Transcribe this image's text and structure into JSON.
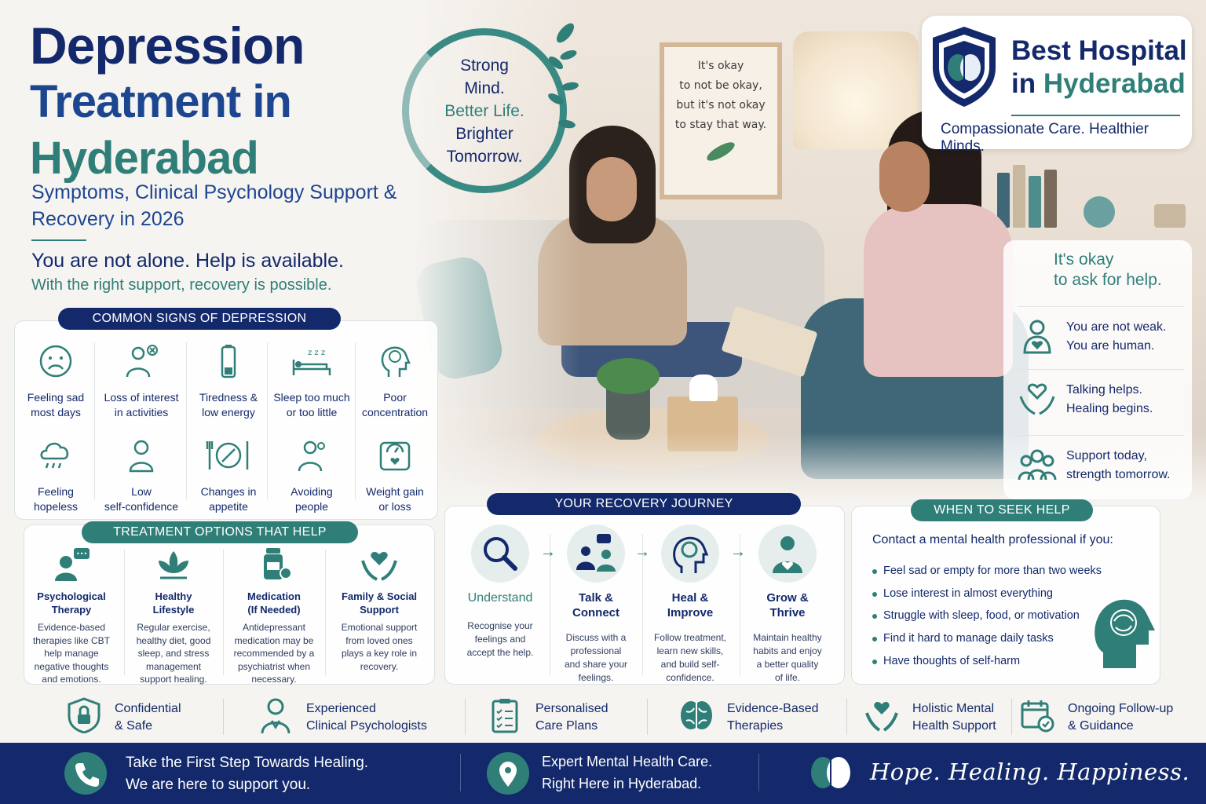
{
  "title": {
    "line1": "Depression",
    "line2": "Treatment in",
    "line3": "Hyderabad"
  },
  "subtitle": "Symptoms, Clinical Psychology Support & Recovery in 2026",
  "not_alone": "You are not alone. Help is available.",
  "recovery_possible": "With the right support, recovery is possible.",
  "circle": {
    "line1": "Strong",
    "line2": "Mind.",
    "line3": "Better Life.",
    "line4": "Brighter",
    "line5": "Tomorrow."
  },
  "poster": {
    "line1": "It's okay",
    "line2": "to not be okay,",
    "line3": "but it's not okay",
    "line4": "to stay that way."
  },
  "brand": {
    "line1": "Best Hospital",
    "line2_a": "in",
    "line2_b": "Hyderabad",
    "tagline": "Compassionate Care. Healthier Minds."
  },
  "ask": {
    "heading1": "It's okay",
    "heading2": "to ask for help.",
    "rows": [
      {
        "icon": "person-heart-icon",
        "l1": "You are not weak.",
        "l2": "You are human."
      },
      {
        "icon": "heart-hands-icon",
        "l1": "Talking helps.",
        "l2": "Healing begins."
      },
      {
        "icon": "group-icon",
        "l1": "Support today,",
        "l2": "strength tomorrow."
      }
    ]
  },
  "signs": {
    "heading": "COMMON SIGNS OF DEPRESSION",
    "items": [
      {
        "icon": "sad-face-icon",
        "l1": "Feeling sad",
        "l2": "most days"
      },
      {
        "icon": "person-x-icon",
        "l1": "Loss of interest",
        "l2": "in activities"
      },
      {
        "icon": "low-battery-icon",
        "l1": "Tiredness &",
        "l2": "low energy"
      },
      {
        "icon": "bed-zzz-icon",
        "l1": "Sleep too much",
        "l2": "or too little"
      },
      {
        "icon": "head-brain-icon",
        "l1": "Poor",
        "l2": "concentration"
      },
      {
        "icon": "rain-cloud-icon",
        "l1": "Feeling",
        "l2": "hopeless"
      },
      {
        "icon": "person-icon",
        "l1": "Low",
        "l2": "self-confidence"
      },
      {
        "icon": "plate-cutlery-icon",
        "l1": "Changes in",
        "l2": "appetite"
      },
      {
        "icon": "person-avoid-icon",
        "l1": "Avoiding",
        "l2": "people"
      },
      {
        "icon": "scale-icon",
        "l1": "Weight gain",
        "l2": "or loss"
      }
    ]
  },
  "treatment": {
    "heading": "TREATMENT OPTIONS THAT HELP",
    "items": [
      {
        "icon": "therapy-chat-icon",
        "t1": "Psychological",
        "t2": "Therapy",
        "d": [
          "Evidence-based",
          "therapies like CBT",
          "help manage",
          "negative thoughts",
          "and emotions."
        ]
      },
      {
        "icon": "lotus-icon",
        "t1": "Healthy",
        "t2": "Lifestyle",
        "d": [
          "Regular exercise,",
          "healthy diet, good",
          "sleep, and stress",
          "management",
          "support healing."
        ]
      },
      {
        "icon": "medicine-bottle-icon",
        "t1": "Medication",
        "t2": "(If Needed)",
        "d": [
          "Antidepressant",
          "medication may be",
          "recommended by a",
          "psychiatrist when",
          "necessary."
        ]
      },
      {
        "icon": "heart-hands-icon",
        "t1": "Family & Social",
        "t2": "Support",
        "d": [
          "Emotional support",
          "from loved ones",
          "plays a key role in",
          "recovery."
        ]
      }
    ]
  },
  "journey": {
    "heading": "YOUR RECOVERY JOURNEY",
    "arrow": "→",
    "steps": [
      {
        "icon": "magnifier-icon",
        "t1": "Understand",
        "t2": "",
        "d": [
          "Recognise your",
          "feelings and",
          "accept the help."
        ]
      },
      {
        "icon": "people-chat-icon",
        "t1": "Talk &",
        "t2": "Connect",
        "d": [
          "Discuss with a",
          "professional",
          "and share your",
          "feelings."
        ]
      },
      {
        "icon": "head-brain-icon",
        "t1": "Heal &",
        "t2": "Improve",
        "d": [
          "Follow treatment,",
          "learn new skills,",
          "and build self-",
          "confidence."
        ]
      },
      {
        "icon": "person-heart-icon",
        "t1": "Grow &",
        "t2": "Thrive",
        "d": [
          "Maintain healthy",
          "habits and enjoy",
          "a better quality",
          "of life."
        ]
      }
    ]
  },
  "seek": {
    "heading": "WHEN TO SEEK HELP",
    "intro": "Contact a mental health professional if you:",
    "items": [
      "Feel sad or empty for more than two weeks",
      "Lose interest in almost everything",
      "Struggle with sleep, food, or motivation",
      "Find it hard to manage daily tasks",
      "Have thoughts of self-harm"
    ]
  },
  "features": [
    {
      "icon": "shield-lock-icon",
      "l1": "Confidential",
      "l2": "& Safe"
    },
    {
      "icon": "doctor-icon",
      "l1": "Experienced",
      "l2": "Clinical Psychologists"
    },
    {
      "icon": "clipboard-icon",
      "l1": "Personalised",
      "l2": "Care Plans"
    },
    {
      "icon": "brain-icon",
      "l1": "Evidence-Based",
      "l2": "Therapies"
    },
    {
      "icon": "heart-hands-icon",
      "l1": "Holistic Mental",
      "l2": "Health Support"
    },
    {
      "icon": "calendar-check-icon",
      "l1": "Ongoing Follow-up",
      "l2": "& Guidance"
    }
  ],
  "footer": {
    "call_l1": "Take the First Step Towards Healing.",
    "call_l2": "We are here to support you.",
    "loc_l1": "Expert Mental Health Care.",
    "loc_l2": "Right Here in Hyderabad.",
    "motto": "Hope. Healing. Happiness."
  },
  "colors": {
    "navy": "#13296b",
    "teal": "#2f7f78",
    "background": "#f6f4f1"
  }
}
